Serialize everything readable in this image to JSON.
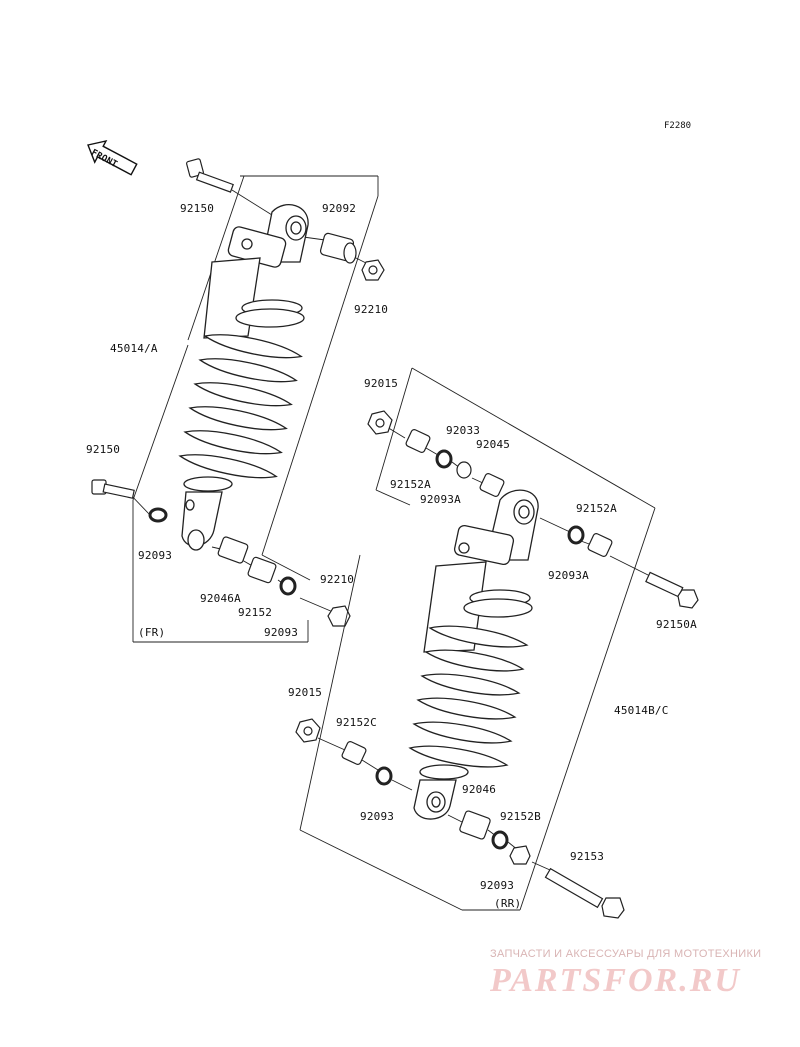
{
  "figure_code": "F2280",
  "front_label": "FRONT",
  "labels": {
    "front_bolt": "92150",
    "front_upper_collar": "92092",
    "front_upper_nut": "92210",
    "front_shock": "45014/A",
    "front_lower_bolt": "92150",
    "front_lower_washer_left": "92093",
    "front_lower_bearing": "92046A",
    "front_lower_collar": "92152",
    "front_lower_washer_right": "92093",
    "front_lower_nut": "92210",
    "front_group": "(FR)",
    "rear_upper_nut": "92015",
    "rear_upper_collar_a": "92152A",
    "rear_upper_seal": "92093A",
    "rear_upper_ring": "92033",
    "rear_upper_bearing": "92045",
    "rear_upper_collar_right": "92152A",
    "rear_upper_washer_right": "92093A",
    "rear_upper_bolt": "92150A",
    "rear_shock": "45014B/C",
    "rear_lower_nut": "92015",
    "rear_lower_collar_c": "92152C",
    "rear_lower_washer_left": "92093",
    "rear_lower_bearing": "92046",
    "rear_lower_collar_b": "92152B",
    "rear_lower_washer_right": "92093",
    "rear_lower_bolt": "92153",
    "rear_group": "(RR)"
  },
  "watermark": {
    "tagline": "ЗАПЧАСТИ И АКСЕССУАРЫ ДЛЯ МОТОТЕХНИКИ",
    "logo": "PARTSFOR.RU"
  }
}
